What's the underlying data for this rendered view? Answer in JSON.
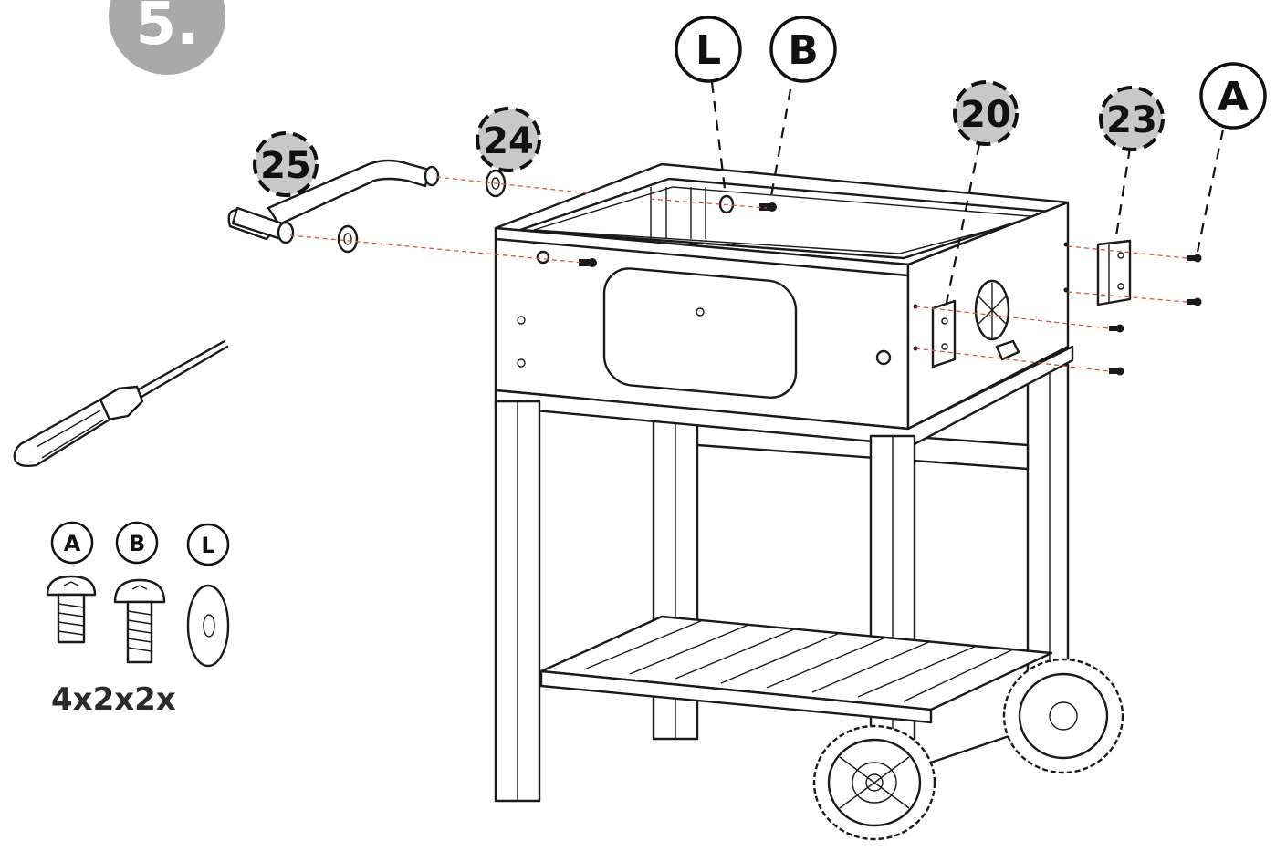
{
  "step": {
    "number": "5."
  },
  "part_labels": [
    {
      "id": "25",
      "text": "25"
    },
    {
      "id": "24",
      "text": "24"
    },
    {
      "id": "20",
      "text": "20"
    },
    {
      "id": "23",
      "text": "23"
    }
  ],
  "hardware_labels": [
    {
      "id": "L",
      "text": "L"
    },
    {
      "id": "B",
      "text": "B"
    },
    {
      "id": "A",
      "text": "A"
    }
  ],
  "hardware_legend": {
    "items": [
      {
        "id": "A",
        "text": "A",
        "icon": "screw-icon"
      },
      {
        "id": "B",
        "text": "B",
        "icon": "screw-icon"
      },
      {
        "id": "L",
        "text": "L",
        "icon": "washer-icon"
      }
    ],
    "quantity": "4x2x2x"
  },
  "tool": {
    "icon": "screwdriver-icon"
  },
  "colors": {
    "line": "#1a1a1a",
    "guide": "#d9534f",
    "label_badge": "#c8c8c8",
    "step_badge": "#a9a9a9"
  }
}
